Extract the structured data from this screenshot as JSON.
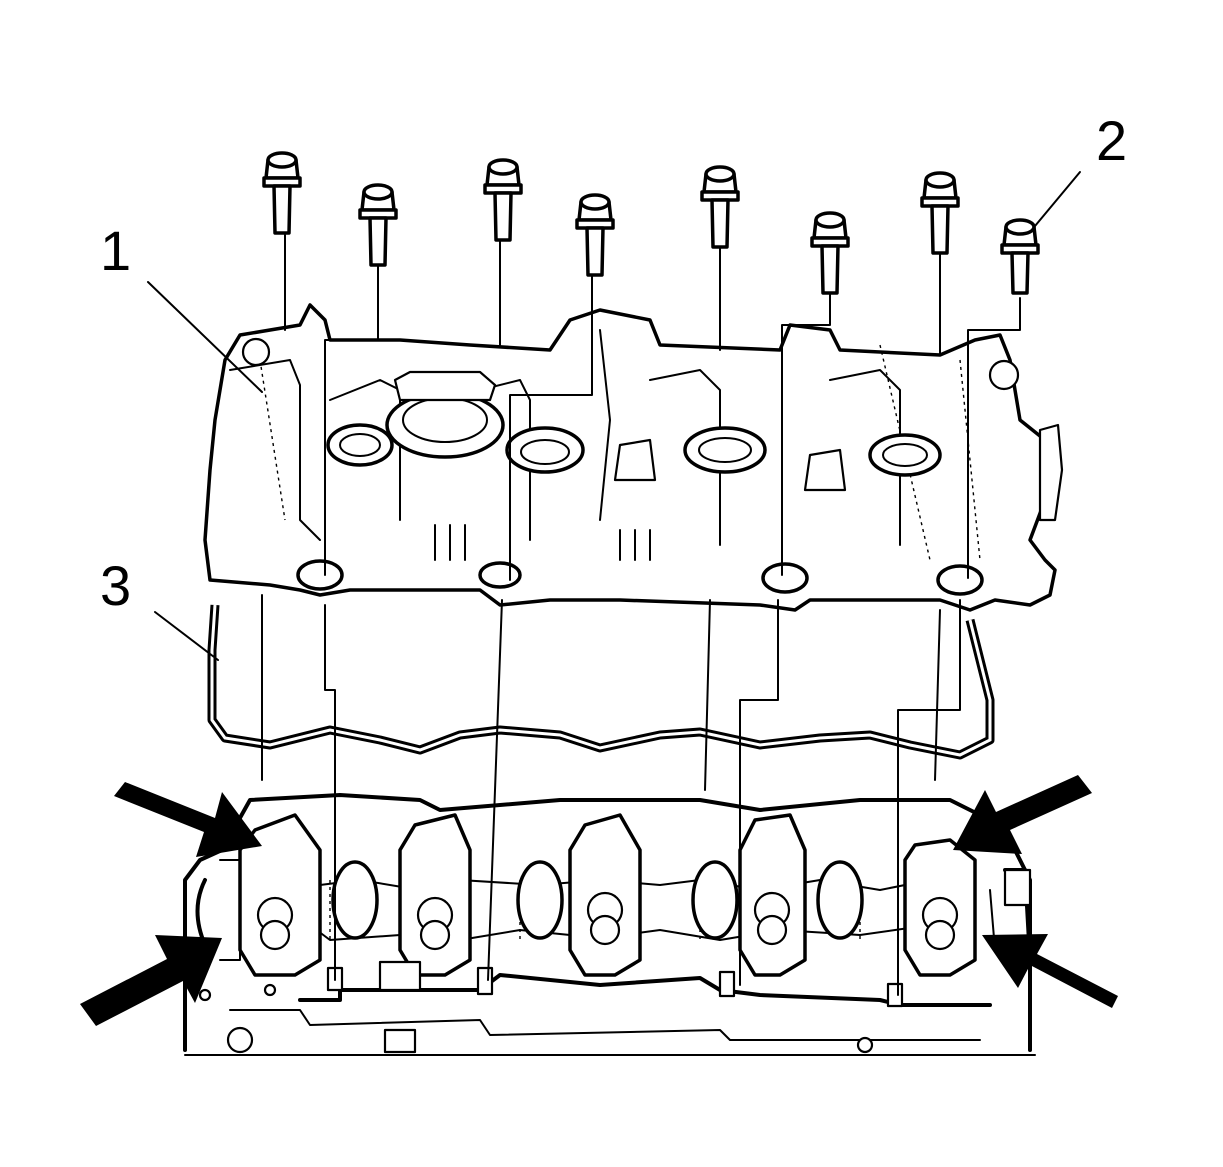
{
  "callouts": [
    {
      "id": "1",
      "text": "1"
    },
    {
      "id": "2",
      "text": "2"
    },
    {
      "id": "3",
      "text": "3"
    }
  ]
}
